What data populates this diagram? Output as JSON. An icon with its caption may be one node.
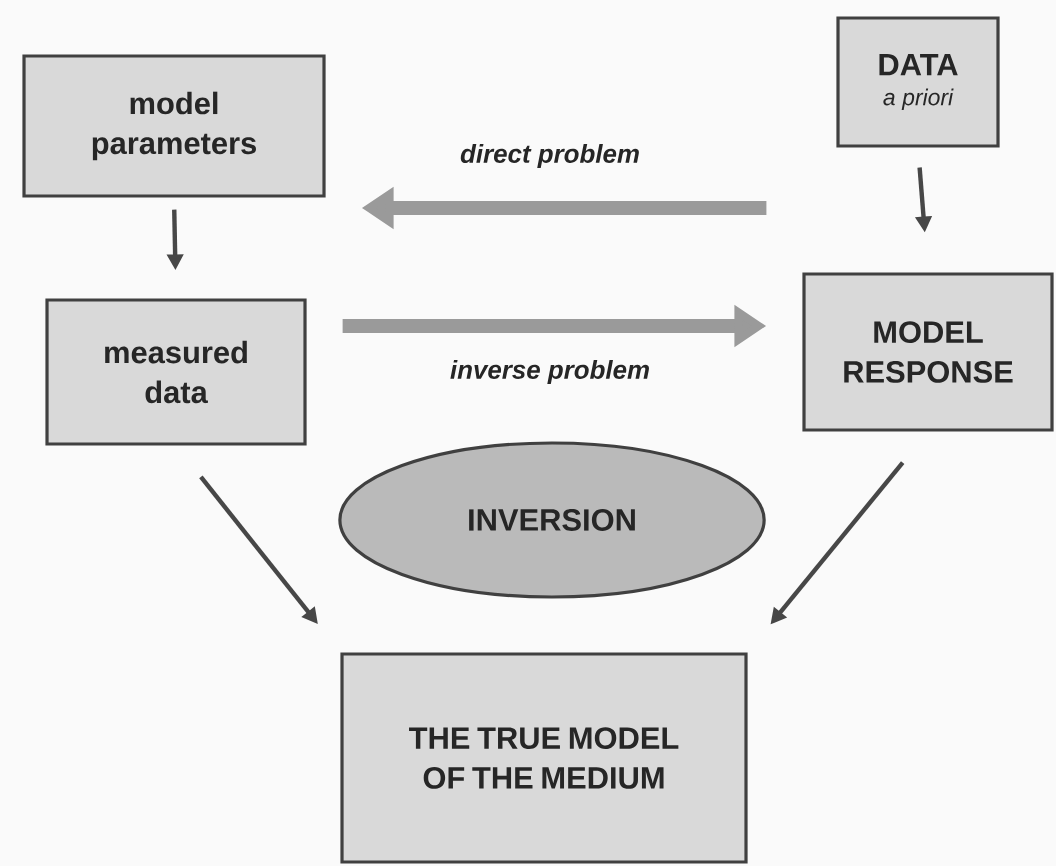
{
  "diagram": {
    "nodes": [
      {
        "text": [
          "model parameters"
        ]
      },
      {
        "text": [
          "DATA",
          "a priori"
        ]
      },
      {
        "text": [
          "measured data"
        ]
      },
      {
        "text": [
          "MODEL RESPONSE"
        ]
      },
      {
        "text": [
          "INVERSION"
        ]
      },
      {
        "text": [
          "THE TRUE MODEL OF THE MEDIUM"
        ]
      }
    ],
    "edges": [
      {
        "from": 0,
        "to": 2,
        "arrow": "to"
      },
      {
        "from": 1,
        "to": 3,
        "arrow": "to"
      },
      {
        "from": 3,
        "to": 0,
        "arrow": "to",
        "label": "direct problem",
        "style": "thick",
        "color": "#9a9a9a"
      },
      {
        "from": 2,
        "to": 3,
        "arrow": "to",
        "label": "inverse problem",
        "style": "thick",
        "color": "#9a9a9a"
      },
      {
        "from": 2,
        "to": 5,
        "arrow": "to"
      },
      {
        "from": 3,
        "to": 5,
        "arrow": "to"
      }
    ]
  }
}
